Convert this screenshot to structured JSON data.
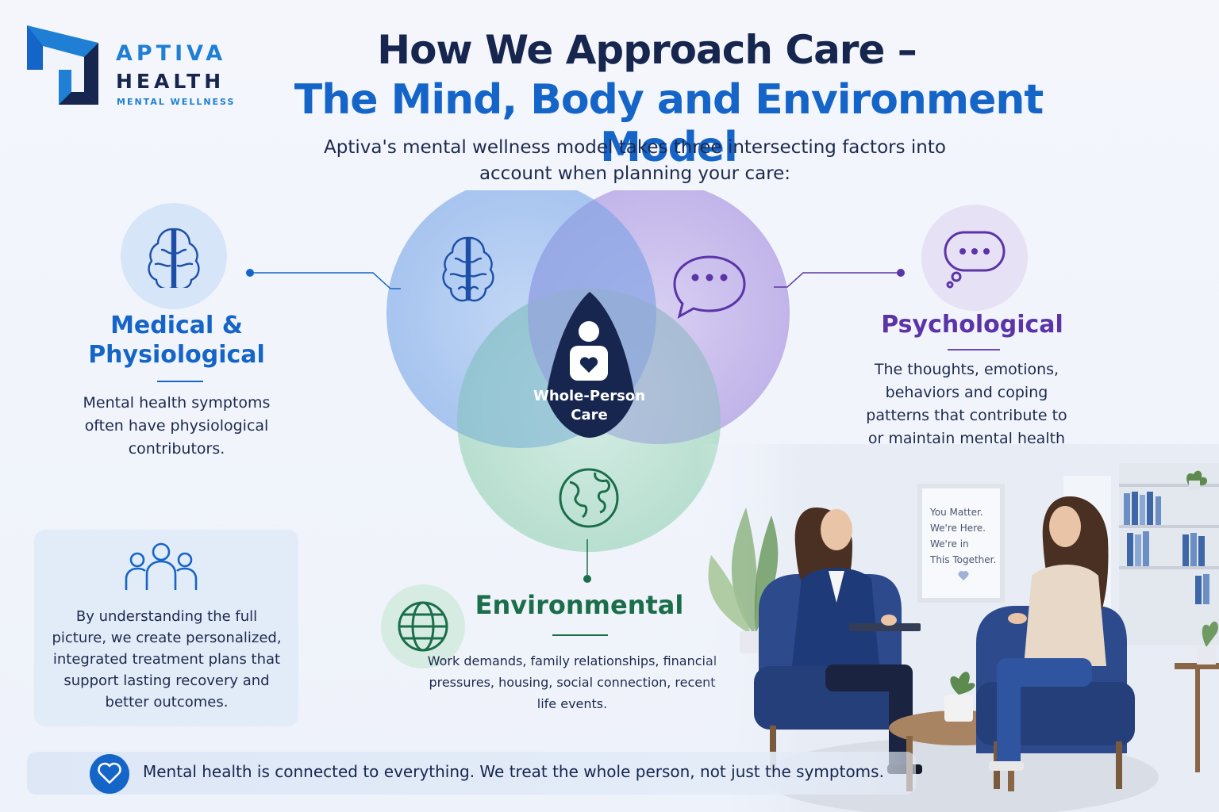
{
  "logo": {
    "line1": "APTIVA",
    "line2": "HEALTH",
    "line3": "MENTAL WELLNESS",
    "colors": {
      "primary": "#1e7fd4",
      "dark": "#17264f"
    }
  },
  "header": {
    "title_line1": "How We Approach Care –",
    "title_line2": "The Mind, Body and Environment Model",
    "subtitle": "Aptiva's mental wellness model takes three intersecting factors into account when planning your care:"
  },
  "venn": {
    "center_label": "Whole-Person Care",
    "circles": [
      {
        "id": "medical",
        "icon": "brain-icon",
        "color": "#a8c6ef"
      },
      {
        "id": "psychological",
        "icon": "speech-bubble-icon",
        "color": "#c2b4ea"
      },
      {
        "id": "environmental",
        "icon": "globe-icon",
        "color": "#b4dfcf"
      }
    ],
    "center_color": "#17264f"
  },
  "factors": {
    "medical": {
      "title": "Medical & Physiological",
      "description": "Mental health symptoms often have physiological contributors.",
      "icon": "brain-icon",
      "color": "#1565c8"
    },
    "psychological": {
      "title": "Psychological",
      "description": "The thoughts, emotions, behaviors and coping patterns that contribute to or maintain mental health symptoms.",
      "icon": "thought-bubble-icon",
      "color": "#5b34a8"
    },
    "environmental": {
      "title": "Environmental",
      "description": "Work demands, family relationships, financial pressures, housing, social connection, recent life events.",
      "icon": "globe-icon",
      "color": "#1b6e4a"
    }
  },
  "info_card": {
    "icon": "people-group-icon",
    "text": "By understanding the full picture, we create personalized, integrated treatment plans that support lasting recovery and better outcomes."
  },
  "footer": {
    "icon": "heart-icon",
    "text": "Mental health is connected to everything. We treat the whole person, not just the symptoms."
  },
  "scene": {
    "poster_lines": [
      "You Matter.",
      "We're Here.",
      "We're in",
      "This Together."
    ]
  }
}
